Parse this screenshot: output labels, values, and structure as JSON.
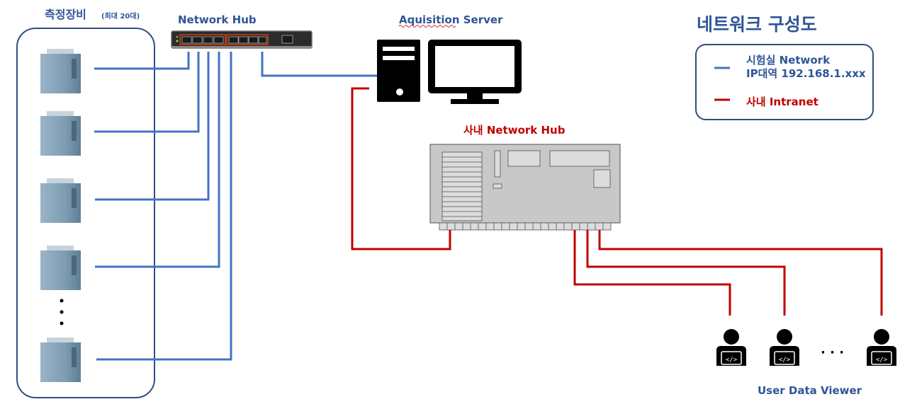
{
  "labels": {
    "equipment_title": "측정장비",
    "equipment_note": "(최대 20대)",
    "lab_hub": "Network Hub",
    "server": "Aquisition Server",
    "company_hub": "사내 Network Hub",
    "viewer": "User Data Viewer",
    "diagram_title": "네트워크 구성도",
    "ellipsis_viewers": "· · ·"
  },
  "legend": {
    "lab_line1": "시험실 Network",
    "lab_line2": "IP대역 192.168.1.xxx",
    "intranet": "사내 Intranet"
  },
  "colors": {
    "lab_network": "#4472c4",
    "intranet": "#c00000",
    "label_blue": "#2f5597",
    "label_red": "#c00000"
  }
}
